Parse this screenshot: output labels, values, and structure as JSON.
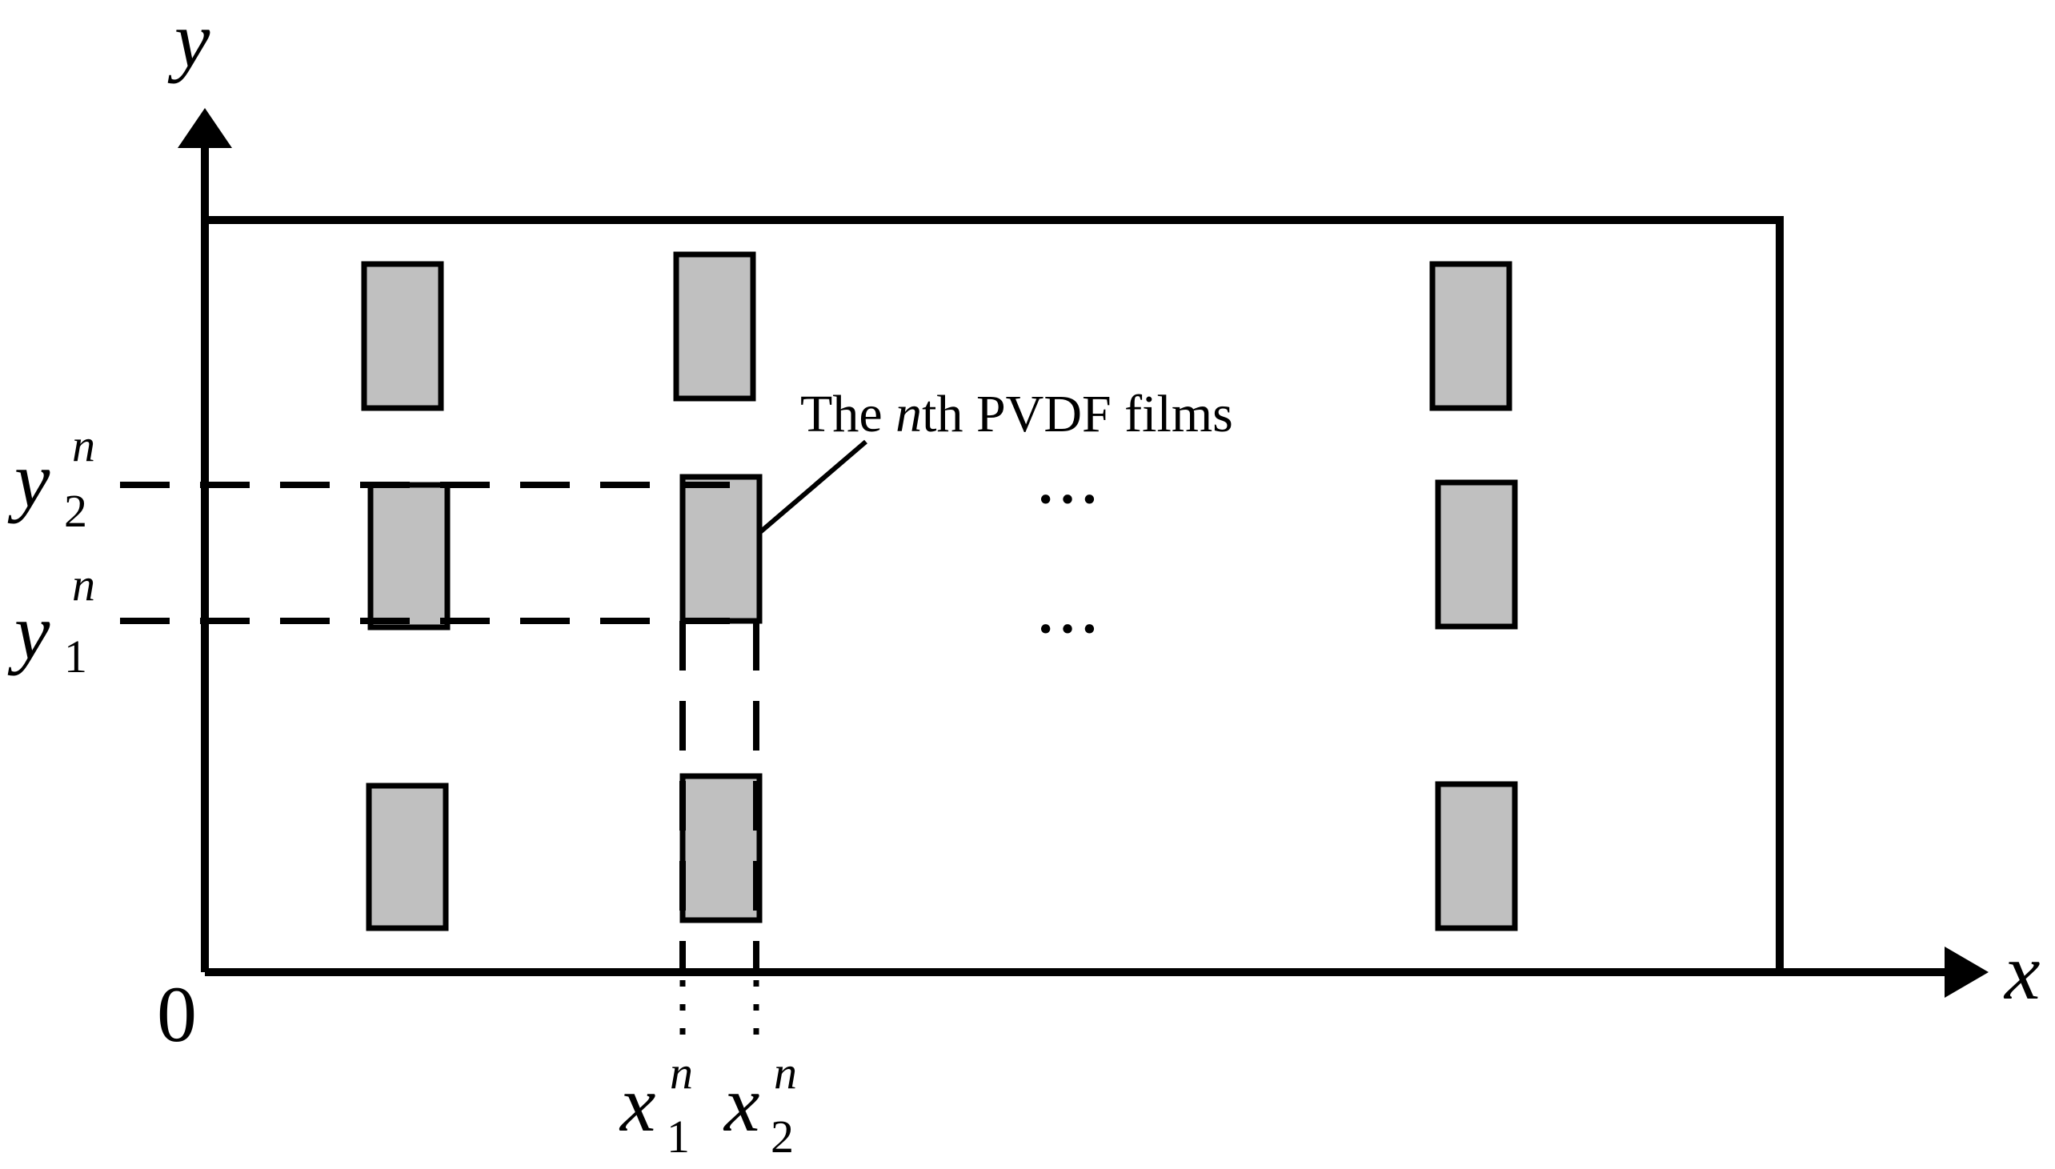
{
  "diagram": {
    "colors": {
      "line": "#000000",
      "film_fill": "#c0c0c0",
      "background": "#ffffff"
    },
    "axes": {
      "x_label": "x",
      "y_label": "y",
      "origin_label": "0"
    },
    "coordinate_labels": {
      "y2": {
        "base": "y",
        "superscript": "n",
        "subscript": "2"
      },
      "y1": {
        "base": "y",
        "superscript": "n",
        "subscript": "1"
      },
      "x1": {
        "base": "x",
        "superscript": "n",
        "subscript": "1"
      },
      "x2": {
        "base": "x",
        "superscript": "n",
        "subscript": "2"
      }
    },
    "callout": {
      "prefix": "The ",
      "italic": "n",
      "suffix": "th PVDF films"
    },
    "ellipsis_upper": "···",
    "ellipsis_lower": "···"
  }
}
